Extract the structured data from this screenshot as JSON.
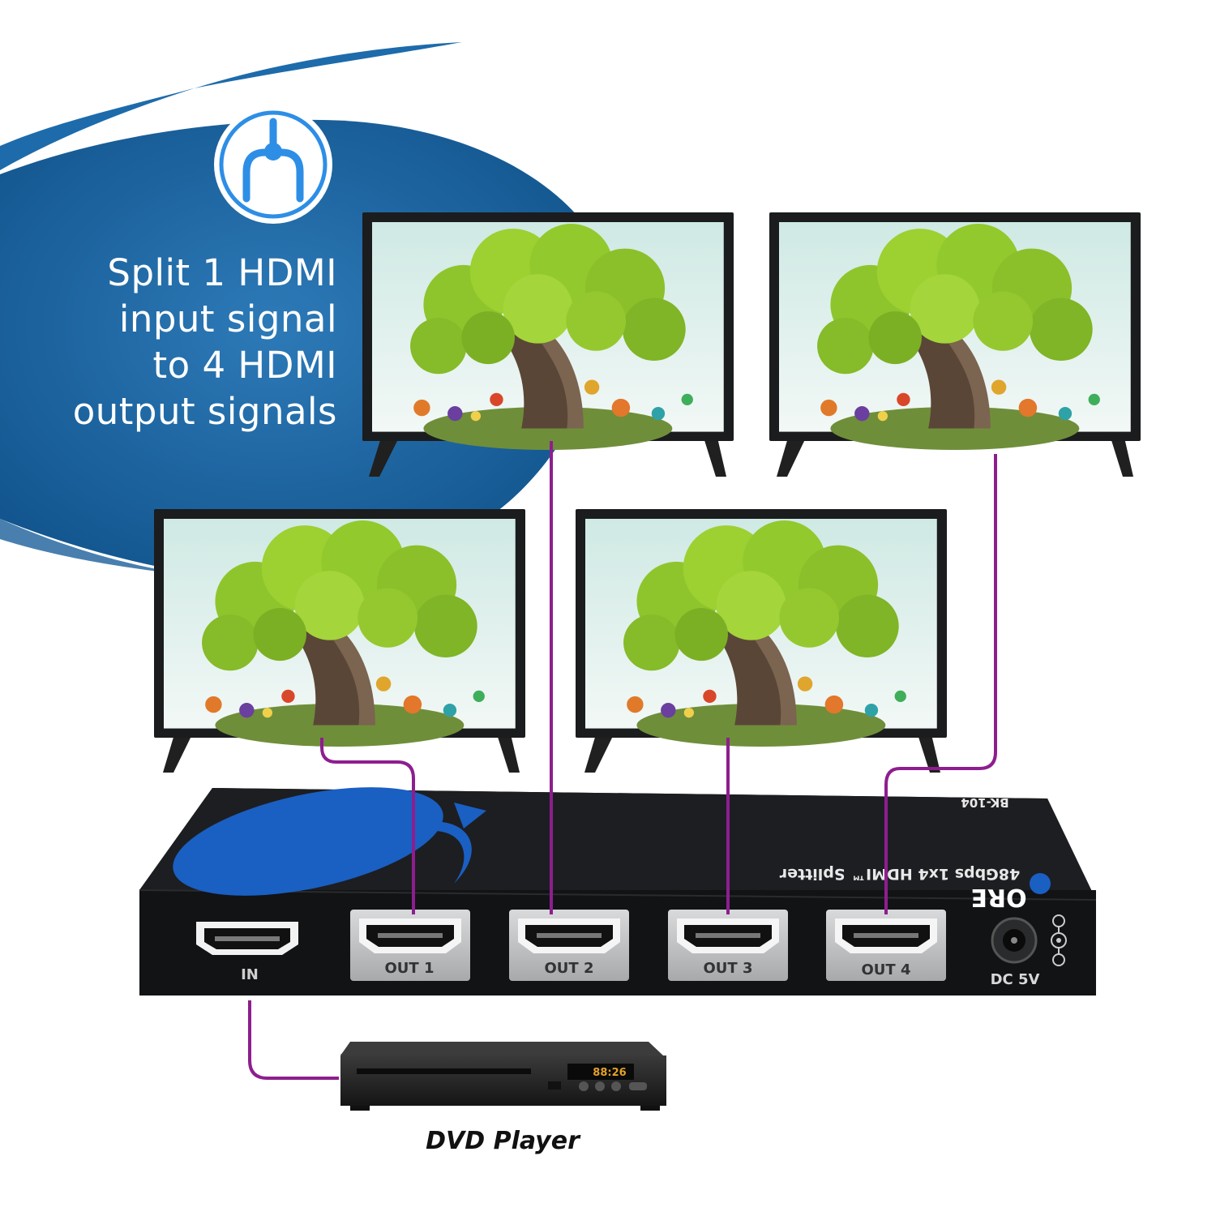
{
  "headline": {
    "lines": [
      "Split 1 HDMI",
      "input signal",
      "to 4 HDMI",
      "output signals"
    ]
  },
  "device": {
    "model": "BK-104",
    "product_name": "48Gbps 1x4 HDMI™ Splitter",
    "brand": "ORE",
    "ports": {
      "input": "IN",
      "out1": "OUT 1",
      "out2": "OUT 2",
      "out3": "OUT 3",
      "out4": "OUT 4",
      "power": "DC 5V"
    }
  },
  "source": {
    "caption": "DVD Player",
    "display_readout": "88:26"
  },
  "colors": {
    "background_blue": "#1c6aa8",
    "icon_blue": "#2d8ee6",
    "cable_purple": "#8e1e8f",
    "device_black": "#17181a",
    "logo_blue": "#1a5fc2"
  },
  "icons": {
    "feature_icon": "split-connector-icon"
  }
}
